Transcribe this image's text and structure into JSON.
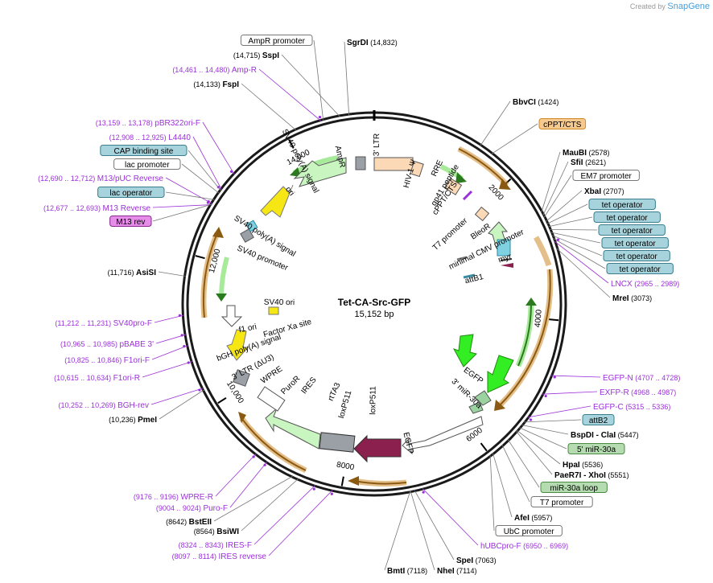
{
  "credit": {
    "prefix": "Created by",
    "brand": "SnapGene"
  },
  "plasmid": {
    "name": "Tet-CA-Src-GFP",
    "size": "15,152 bp",
    "length": 15152
  },
  "ticks": [
    {
      "pos": 2000,
      "label": "2000"
    },
    {
      "pos": 4000,
      "label": "4000"
    },
    {
      "pos": 6000,
      "label": "6000"
    },
    {
      "pos": 8000,
      "label": "8000"
    },
    {
      "pos": 10000,
      "label": "10,000"
    },
    {
      "pos": 12000,
      "label": "12,000"
    },
    {
      "pos": 14000,
      "label": "14,000"
    }
  ],
  "ring_labels": [
    {
      "pos": 1425,
      "text": "cPPT/CTS"
    },
    {
      "pos": 14600,
      "text": "AmpR"
    },
    {
      "pos": 40,
      "text": "3' LTR"
    },
    {
      "pos": 650,
      "text": "HIV-1 Ψ"
    },
    {
      "pos": 1050,
      "text": "RRE"
    },
    {
      "pos": 1300,
      "text": "gp41 peptide"
    },
    {
      "pos": 2350,
      "text": "BleoR"
    },
    {
      "pos": 2980,
      "text": "myr"
    },
    {
      "pos": 2700,
      "text": "minimal CMV promoter"
    },
    {
      "pos": 2000,
      "text": "T7 promoter"
    },
    {
      "pos": 3200,
      "text": "attB1"
    },
    {
      "pos": 5300,
      "text": "EGFP"
    },
    {
      "pos": 5650,
      "text": "3' miR-30a"
    },
    {
      "pos": 14000,
      "text": "SV40 poly(A) signal"
    },
    {
      "pos": 13600,
      "text": "ori"
    },
    {
      "pos": 12700,
      "text": "SV40 poly(A) signal"
    },
    {
      "pos": 12300,
      "text": "SV40 promoter"
    },
    {
      "pos": 11400,
      "text": "SV40 ori"
    },
    {
      "pos": 10900,
      "text": "f1 ori"
    },
    {
      "pos": 10550,
      "text": "bGH poly(A) signal"
    },
    {
      "pos": 10200,
      "text": "3' LTR (ΔU3)"
    },
    {
      "pos": 9900,
      "text": "WPRE"
    },
    {
      "pos": 9500,
      "text": "PuroR"
    },
    {
      "pos": 9200,
      "text": "IRES"
    },
    {
      "pos": 8600,
      "text": "rtTA3"
    },
    {
      "pos": 8250,
      "text": "loxP511"
    },
    {
      "pos": 7600,
      "text": "loxP511"
    },
    {
      "pos": 10700,
      "text": "Factor Xa site"
    },
    {
      "pos": 7000,
      "text": "EGFP"
    }
  ],
  "right_labels": [
    {
      "pos": 14832,
      "name": "SgrDI",
      "coord": "(14,832)"
    },
    {
      "pos": 1424,
      "name": "BbvCI",
      "coord": "(1424)"
    },
    {
      "pos": 1600,
      "box": "cPPT/CTS",
      "style": "orange"
    },
    {
      "pos": 2578,
      "name": "MauBI",
      "coord": "(2578)"
    },
    {
      "pos": 2621,
      "name": "SfiI",
      "coord": "(2621)"
    },
    {
      "pos": 2650,
      "box": "EM7 promoter",
      "style": "white"
    },
    {
      "pos": 2707,
      "name": "XbaI",
      "coord": "(2707)"
    },
    {
      "pos": 2740,
      "box": "tet operator",
      "style": "teal"
    },
    {
      "pos": 2780,
      "box": "tet operator",
      "style": "teal"
    },
    {
      "pos": 2820,
      "box": "tet operator",
      "style": "teal"
    },
    {
      "pos": 2860,
      "box": "tet operator",
      "style": "teal"
    },
    {
      "pos": 2900,
      "box": "tet operator",
      "style": "teal"
    },
    {
      "pos": 2940,
      "box": "tet operator",
      "style": "teal"
    },
    {
      "pos": 2977,
      "primer": "LNCX",
      "coord": "(2965 .. 2989)"
    },
    {
      "pos": 3073,
      "name": "MreI",
      "coord": "(3073)"
    },
    {
      "pos": 4717,
      "primer": "EGFP-N",
      "coord": "(4707 .. 4728)"
    },
    {
      "pos": 4977,
      "primer": "EXFP-R",
      "coord": "(4968 .. 4987)"
    },
    {
      "pos": 5325,
      "primer": "EGFP-C",
      "coord": "(5315 .. 5336)"
    },
    {
      "pos": 5400,
      "box": "attB2",
      "style": "teal"
    },
    {
      "pos": 5447,
      "name": "BspDI",
      "name2": "ClaI",
      "coord": "(5447)"
    },
    {
      "pos": 5490,
      "box": "5' miR-30a",
      "style": "green"
    },
    {
      "pos": 5536,
      "name": "HpaI",
      "coord": "(5536)"
    },
    {
      "pos": 5551,
      "name": "PaeR7I",
      "name2": "XhoI",
      "coord": "(5551)"
    },
    {
      "pos": 5700,
      "box": "miR-30a loop",
      "style": "green"
    },
    {
      "pos": 5800,
      "box": "T7 promoter",
      "style": "white"
    },
    {
      "pos": 5957,
      "name": "AfeI",
      "coord": "(5957)"
    },
    {
      "pos": 6000,
      "box": "UbC promoter",
      "style": "white"
    },
    {
      "pos": 6960,
      "primer": "hUBCpro-F",
      "coord": "(6950 .. 6969)"
    },
    {
      "pos": 7063,
      "name": "SpeI",
      "coord": "(7063)"
    },
    {
      "pos": 7114,
      "name": "NheI",
      "coord": "(7114)"
    },
    {
      "pos": 7118,
      "name": "BmtI",
      "coord": "(7118)"
    }
  ],
  "left_labels": [
    {
      "pos": 14500,
      "box": "AmpR promoter",
      "style": "white"
    },
    {
      "pos": 14715,
      "name": "SspI",
      "coord": "(14,715)"
    },
    {
      "pos": 14470,
      "primer": "Amp-R",
      "coord": "(14,461 .. 14,480)"
    },
    {
      "pos": 14133,
      "name": "FspI",
      "coord": "(14,133)"
    },
    {
      "pos": 13168,
      "primer": "pBR322ori-F",
      "coord": "(13,159 .. 13,178)"
    },
    {
      "pos": 12916,
      "primer": "L4440",
      "coord": "(12,908 .. 12,925)"
    },
    {
      "pos": 12900,
      "box": "CAP binding site",
      "style": "teal"
    },
    {
      "pos": 12860,
      "box": "lac promoter",
      "style": "white"
    },
    {
      "pos": 12701,
      "primer": "M13/pUC Reverse",
      "coord": "(12,690 .. 12,712)"
    },
    {
      "pos": 12760,
      "box": "lac operator",
      "style": "teal"
    },
    {
      "pos": 12685,
      "primer": "M13 Reverse",
      "coord": "(12,677 .. 12,693)"
    },
    {
      "pos": 12690,
      "box": "M13 rev",
      "style": "magenta"
    },
    {
      "pos": 11716,
      "name": "AsiSI",
      "coord": "(11,716)"
    },
    {
      "pos": 11221,
      "primer": "SV40pro-F",
      "coord": "(11,212 .. 11,231)"
    },
    {
      "pos": 10975,
      "primer": "pBABE 3'",
      "coord": "(10,965 .. 10,985)"
    },
    {
      "pos": 10835,
      "primer": "F1ori-F",
      "coord": "(10,825 .. 10,846)"
    },
    {
      "pos": 10625,
      "primer": "F1ori-R",
      "coord": "(10,615 .. 10,634)"
    },
    {
      "pos": 10260,
      "primer": "BGH-rev",
      "coord": "(10,252 .. 10,269)"
    },
    {
      "pos": 10236,
      "name": "PmeI",
      "coord": "(10,236)"
    },
    {
      "pos": 9186,
      "primer": "WPRE-R",
      "coord": "(9176 .. 9196)"
    },
    {
      "pos": 9014,
      "primer": "Puro-F",
      "coord": "(9004 .. 9024)"
    },
    {
      "pos": 8642,
      "name": "BstEII",
      "coord": "(8642)"
    },
    {
      "pos": 8564,
      "name": "BsiWI",
      "coord": "(8564)"
    },
    {
      "pos": 8333,
      "primer": "IRES-F",
      "coord": "(8324 .. 8343)"
    },
    {
      "pos": 8105,
      "primer": "IRES reverse",
      "coord": "(8097 .. 8114)"
    }
  ],
  "colors": {
    "backbone": "#1a1a1a",
    "primer": "#9b30d9",
    "enzyme": "#000000",
    "orange_feature": "#f6c98f",
    "orange_stroke": "#d08a2a",
    "green_feature": "#aef0a8",
    "teal_box": "#a7d3dc",
    "green_box": "#b5dbb0",
    "magenta_box": "#e58de8",
    "white_box": "#ffffff"
  }
}
